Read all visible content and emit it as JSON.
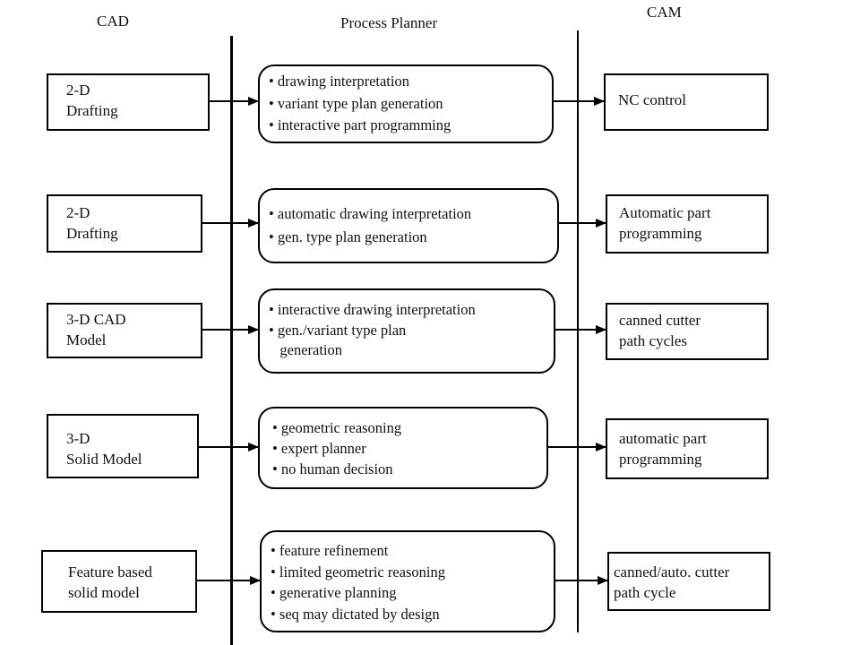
{
  "headers": {
    "cad": "CAD",
    "planner": "Process Planner",
    "cam": "CAM"
  },
  "rows": [
    {
      "cad": [
        "2-D",
        "Drafting"
      ],
      "planner": [
        "• drawing interpretation",
        "• variant type plan generation",
        "• interactive part programming"
      ],
      "cam": [
        "NC control"
      ]
    },
    {
      "cad": [
        "2-D",
        "Drafting"
      ],
      "planner": [
        "• automatic drawing interpretation",
        "• gen. type plan generation"
      ],
      "cam": [
        "Automatic part",
        "programming"
      ]
    },
    {
      "cad": [
        "3-D CAD",
        "Model"
      ],
      "planner": [
        "• interactive drawing interpretation",
        "• gen./variant type plan",
        "   generation"
      ],
      "cam": [
        "canned cutter",
        "path cycles"
      ]
    },
    {
      "cad": [
        "3-D",
        "Solid Model"
      ],
      "planner": [
        "• geometric reasoning",
        "• expert planner",
        "• no human decision"
      ],
      "cam": [
        "automatic part",
        "programming"
      ]
    },
    {
      "cad": [
        "Feature based",
        "solid model"
      ],
      "planner": [
        "• feature refinement",
        "• limited geometric reasoning",
        "• generative planning",
        "• seq may dictated by design"
      ],
      "cam": [
        "canned/auto. cutter",
        "path cycle"
      ]
    }
  ]
}
